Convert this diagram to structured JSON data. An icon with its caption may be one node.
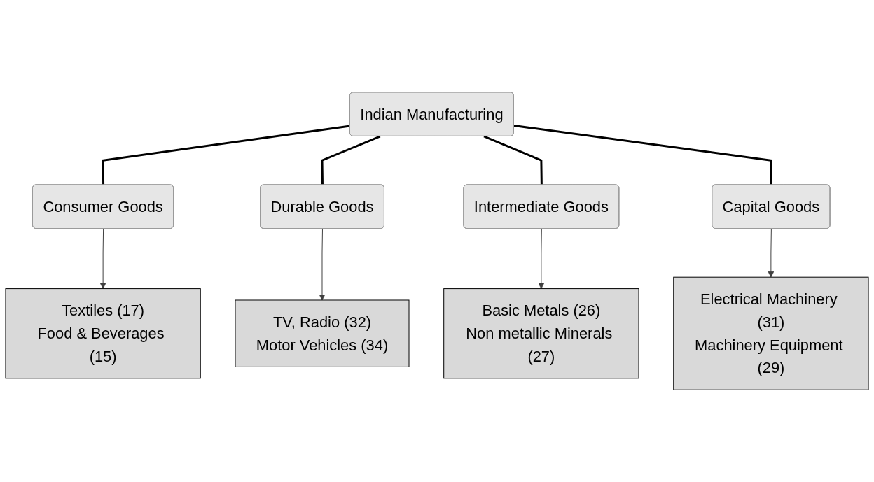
{
  "diagram": {
    "nodes": [
      {
        "text": [
          "Indian Manufacturing"
        ]
      },
      {
        "text": [
          "Consumer Goods"
        ]
      },
      {
        "text": [
          "Durable Goods"
        ]
      },
      {
        "text": [
          "Intermediate Goods"
        ]
      },
      {
        "text": [
          "Capital Goods"
        ]
      },
      {
        "text": [
          "Textiles (17)",
          "Food & Beverages (15)"
        ]
      },
      {
        "text": [
          "TV, Radio (32)",
          "Motor Vehicles (34)"
        ]
      },
      {
        "text": [
          "Basic Metals (26)",
          "Non metallic Minerals (27)"
        ]
      },
      {
        "text": [
          "Electrical Machinery (31)",
          "Machinery Equipment (29)"
        ]
      }
    ],
    "edges": [
      {
        "from": 0,
        "to": 1,
        "arrow": "none",
        "style": "thick"
      },
      {
        "from": 0,
        "to": 2,
        "arrow": "none",
        "style": "thick"
      },
      {
        "from": 0,
        "to": 3,
        "arrow": "none",
        "style": "thick"
      },
      {
        "from": 0,
        "to": 4,
        "arrow": "none",
        "style": "thick"
      },
      {
        "from": 1,
        "to": 5,
        "arrow": "to"
      },
      {
        "from": 2,
        "to": 6,
        "arrow": "to"
      },
      {
        "from": 3,
        "to": 7,
        "arrow": "to"
      },
      {
        "from": 4,
        "to": 8,
        "arrow": "to"
      }
    ]
  }
}
